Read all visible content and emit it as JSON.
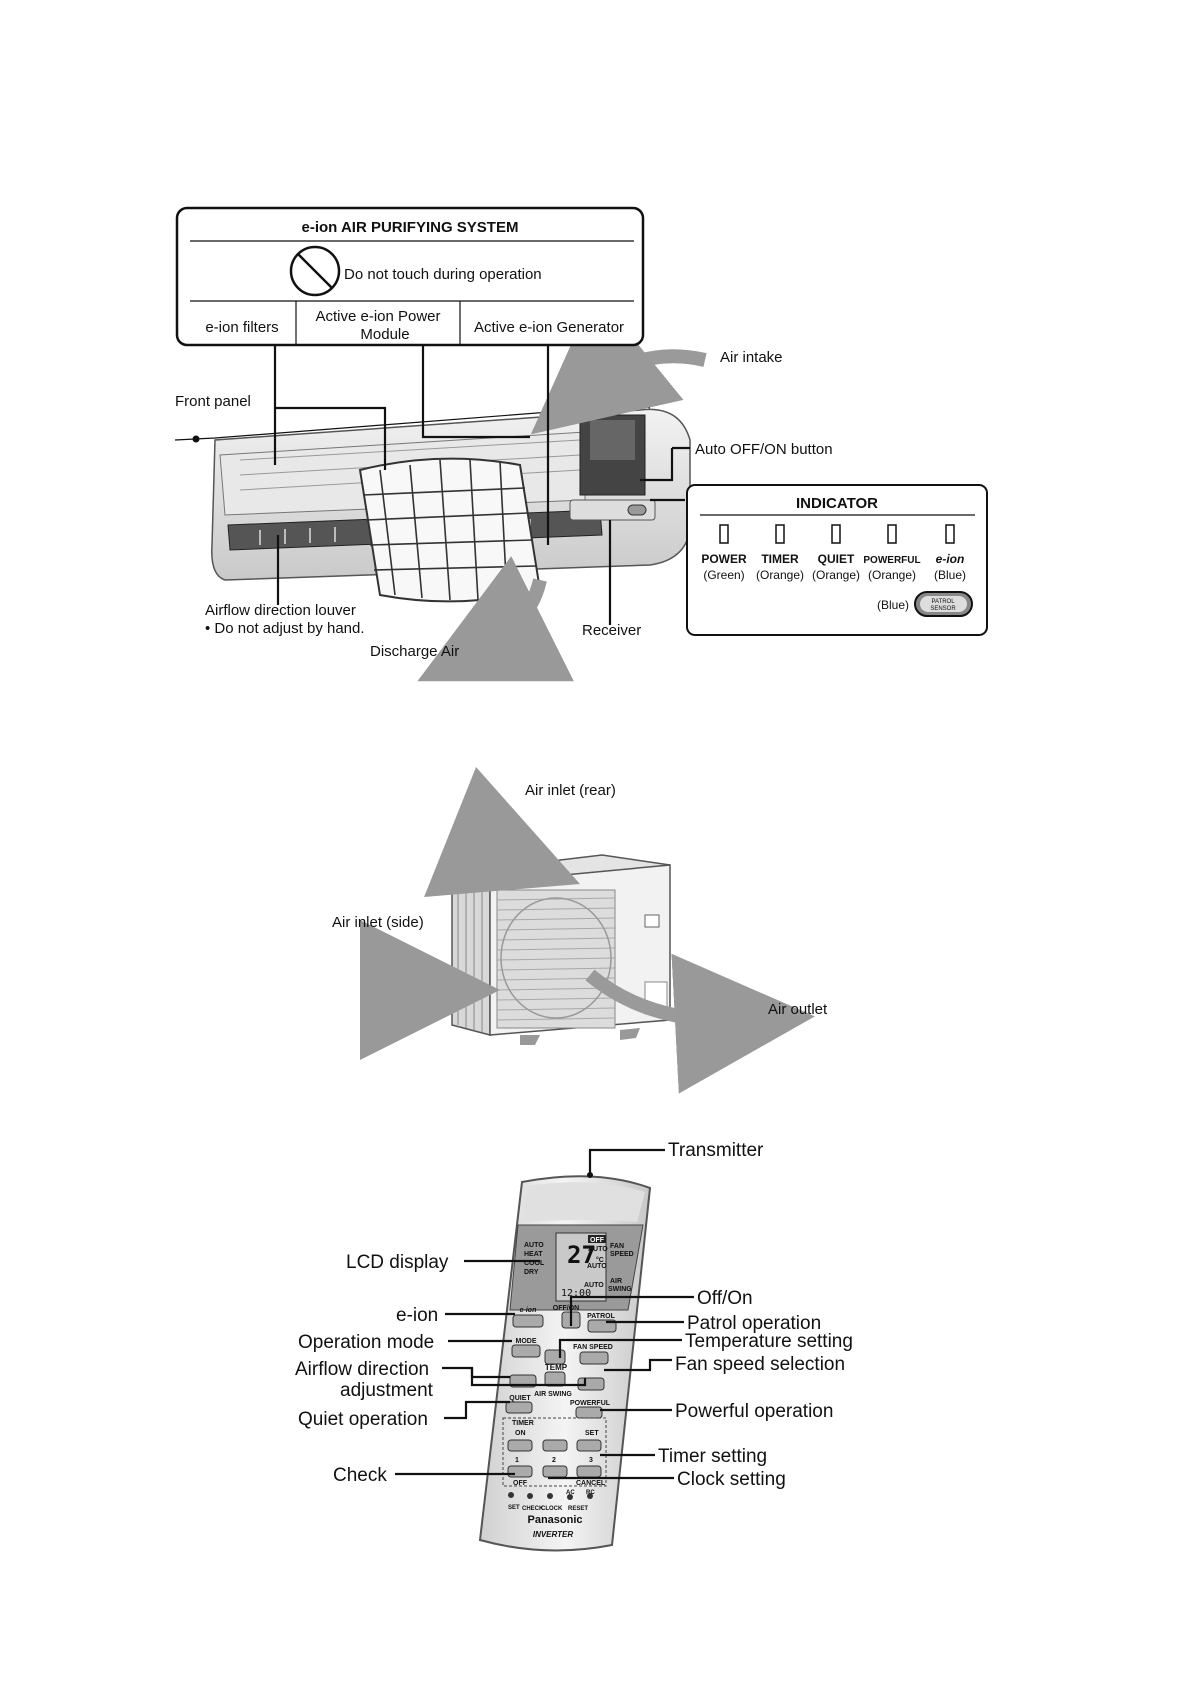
{
  "indoor_unit": {
    "eion_box": {
      "title": "e-ion AIR PURIFYING SYSTEM",
      "warning": "Do not touch during operation",
      "col1": "e-ion filters",
      "col2_line1": "Active e-ion Power",
      "col2_line2": "Module",
      "col3": "Active e-ion Generator"
    },
    "labels": {
      "air_intake": "Air intake",
      "front_panel": "Front panel",
      "auto_button": "Auto OFF/ON button",
      "louver_line1": "Airflow direction louver",
      "louver_line2": "•  Do not adjust by hand.",
      "discharge_air": "Discharge Air",
      "receiver": "Receiver"
    },
    "indicator": {
      "title": "INDICATOR",
      "items": [
        {
          "name": "POWER",
          "color": "(Green)"
        },
        {
          "name": "TIMER",
          "color": "(Orange)"
        },
        {
          "name": "QUIET",
          "color": "(Orange)"
        },
        {
          "name": "POWERFUL",
          "color": "(Orange)"
        },
        {
          "name": "e-ion",
          "color": "(Blue)"
        }
      ],
      "patrol_color": "(Blue)",
      "patrol_line1": "PATROL",
      "patrol_line2": "SENSOR"
    }
  },
  "outdoor_unit": {
    "air_inlet_rear": "Air inlet (rear)",
    "air_inlet_side": "Air inlet (side)",
    "air_outlet": "Air outlet"
  },
  "remote": {
    "labels": {
      "transmitter": "Transmitter",
      "lcd_display": "LCD display",
      "eion": "e-ion",
      "operation_mode": "Operation mode",
      "airflow_line1": "Airflow direction",
      "airflow_line2": "adjustment",
      "quiet_operation": "Quiet operation",
      "check": "Check",
      "off_on": "Off/On",
      "patrol_operation": "Patrol operation",
      "temperature_setting": "Temperature setting",
      "fan_speed_selection": "Fan speed selection",
      "powerful_operation": "Powerful operation",
      "timer_setting": "Timer setting",
      "clock_setting": "Clock setting"
    },
    "lcd": {
      "modes": [
        "AUTO",
        "HEAT",
        "COOL",
        "DRY"
      ],
      "temp": "27",
      "unit": "°C",
      "off": "OFF",
      "auto1": "AUTO",
      "auto2": "AUTO",
      "auto3": "AUTO",
      "fan1": "FAN",
      "fan2": "SPEED",
      "swing1": "AIR",
      "swing2": "SWING",
      "clock": "12:00"
    },
    "buttons": {
      "eion": "e-ion",
      "offon": "OFF/ON",
      "patrol": "PATROL",
      "mode": "MODE",
      "fanspeed": "FAN SPEED",
      "temp": "TEMP",
      "airswing": "AIR SWING",
      "quiet": "QUIET",
      "powerful": "POWERFUL",
      "timer": "TIMER",
      "on": "ON",
      "off": "OFF",
      "set": "SET",
      "cancel": "CANCEL",
      "n1": "1",
      "n2": "2",
      "n3": "3",
      "b_set": "SET",
      "b_check": "CHECK",
      "b_clock": "CLOCK",
      "b_reset": "RESET",
      "b_ac": "AC",
      "b_rc": "RC"
    },
    "brand": "Panasonic",
    "inverter": "INVERTER"
  }
}
